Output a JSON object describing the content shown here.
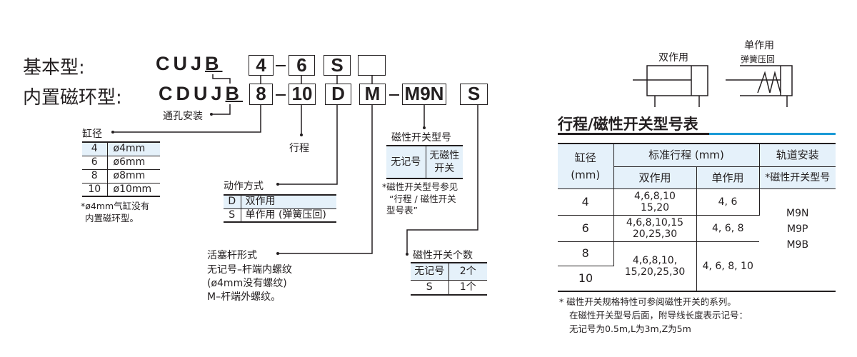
{
  "ordering_code": {
    "basic_label": "基本型:",
    "magnet_label": "内置磁环型:",
    "basic_model": "CUJB",
    "magnet_model": "CDUJB",
    "basic_boxes": [
      "4",
      "6",
      "S",
      ""
    ],
    "magnet_boxes": [
      "8",
      "10",
      "D",
      "M",
      "M9N",
      "S"
    ],
    "through_hole": "通孔安装"
  },
  "bore": {
    "title": "缸径",
    "rows": [
      [
        "4",
        "ø4mm"
      ],
      [
        "6",
        "ø6mm"
      ],
      [
        "8",
        "ø8mm"
      ],
      [
        "10",
        "ø10mm"
      ]
    ],
    "note": [
      "*ø4mm气缸没有",
      "内置磁环型。"
    ]
  },
  "stroke": {
    "title": "行程"
  },
  "action": {
    "title": "动作方式",
    "rows": [
      [
        "D",
        "双作用"
      ],
      [
        "S",
        "单作用 (弹簧压回)"
      ]
    ]
  },
  "rod": {
    "title": "活塞杆形式",
    "lines": [
      "无记号–杆端内螺纹",
      "(ø4mm没有螺纹)",
      "M–杆端外螺纹。"
    ]
  },
  "switch_model": {
    "title": "磁性开关型号",
    "cell_code": "无记号",
    "cell_desc": "无磁性开关",
    "note": [
      "*磁性开关型号参见",
      "“行程 / 磁性开关",
      "型号表”"
    ]
  },
  "switch_count": {
    "title": "磁性开关个数",
    "rows": [
      [
        "无记号",
        "2个"
      ],
      [
        "S",
        "1个"
      ]
    ]
  },
  "symbols": {
    "double": "双作用",
    "single": "单作用",
    "single_sub": "弹簧压回"
  },
  "table": {
    "title": "行程/磁性开关型号表",
    "accent_color": "#1a9ad6",
    "h_bore": "缸径",
    "h_bore_unit": "(mm)",
    "h_stroke": "标准行程 (mm)",
    "h_double": "双作用",
    "h_single": "单作用",
    "h_rail": "轨道安装",
    "h_switch": "*磁性开关型号",
    "rows": [
      {
        "bore": "4",
        "double": [
          "4,6,8,10",
          "15,20"
        ],
        "single": "4, 6"
      },
      {
        "bore": "6",
        "double": [
          "4,6,8,10,15",
          "20,25,30"
        ],
        "single": "4, 6, 8"
      },
      {
        "bore": "8"
      },
      {
        "bore": "10"
      }
    ],
    "merged_double": [
      "4,6,8,10,",
      "15,20,25,30"
    ],
    "merged_single": "4, 6, 8, 10",
    "switches": [
      "M9N",
      "M9P",
      "M9B"
    ],
    "notes": [
      "*  磁性开关规格特性可参阅磁性开关的系列。",
      "在磁性开关型号后面，附导线长度表示记号：",
      "无记号为0.5m,L为3m,Z为5m"
    ]
  }
}
